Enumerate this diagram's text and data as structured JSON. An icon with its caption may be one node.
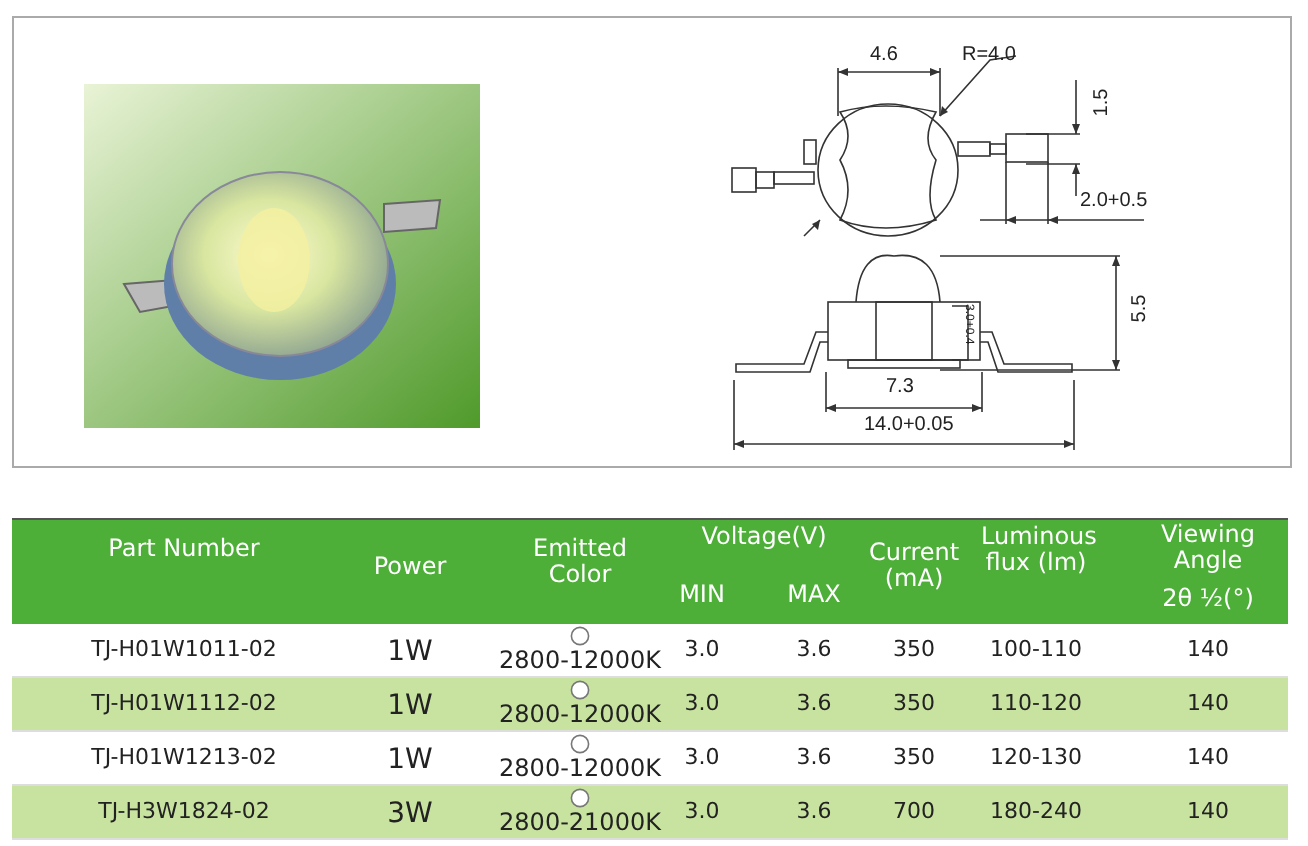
{
  "diagram": {
    "labels": [
      "4.6",
      "R=4.0",
      "1.5",
      "2.0+0.5",
      "5.5",
      "3.0+0.4",
      "7.3",
      "14.0+0.05",
      "Part Number",
      "Power",
      "Emitted Color",
      "Voltage(V)",
      "Current (mA)",
      "Luminous flux (lm)",
      "Viewing Angle",
      "MIN",
      "MAX",
      "2θ ½(°)",
      "TJ-H01W1011-02",
      "1W",
      "2800-12000K",
      "3.0",
      "3.6",
      "350",
      "100-110",
      "140",
      "TJ-H01W1112-02",
      "1W",
      "2800-12000K",
      "3.0",
      "3.6",
      "350",
      "110-120",
      "140",
      "TJ-H01W1213-02",
      "1W",
      "2800-12000K",
      "3.0",
      "3.6",
      "350",
      "120-130",
      "140",
      "TJ-H3W1824-02",
      "3W",
      "2800-21000K",
      "3.0",
      "3.6",
      "700",
      "180-240",
      "140"
    ]
  }
}
